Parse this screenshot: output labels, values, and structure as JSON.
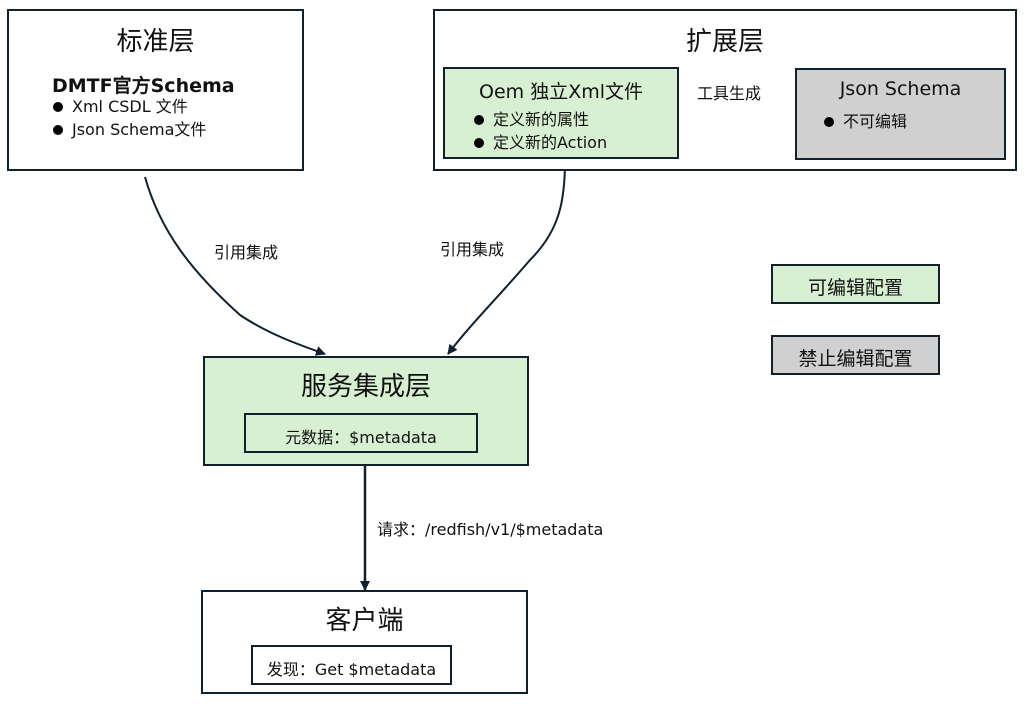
{
  "diagram": {
    "standard_layer": {
      "title": "标准层",
      "subtitle": "DMTF官方Schema",
      "items": [
        "Xml CSDL 文件",
        "Json Schema文件"
      ]
    },
    "extension_layer": {
      "title": "扩展层",
      "oem_box": {
        "title": "Oem 独立Xml文件",
        "items": [
          "定义新的属性",
          "定义新的Action"
        ]
      },
      "tool_label": "工具生成",
      "json_box": {
        "title": "Json Schema",
        "items": [
          "不可编辑"
        ]
      }
    },
    "edge_labels": {
      "left_ref": "引用集成",
      "right_ref": "引用集成",
      "request": "请求：/redfish/v1/$metadata"
    },
    "service_layer": {
      "title": "服务集成层",
      "inner": "元数据：$metadata"
    },
    "client": {
      "title": "客户端",
      "inner": "发现：Get $metadata"
    },
    "legend": {
      "editable": "可编辑配置",
      "locked": "禁止编辑配置"
    },
    "colors": {
      "editable_fill": "#d8f0d2",
      "locked_fill": "#d0d0d0",
      "stroke": "#10202c"
    }
  }
}
